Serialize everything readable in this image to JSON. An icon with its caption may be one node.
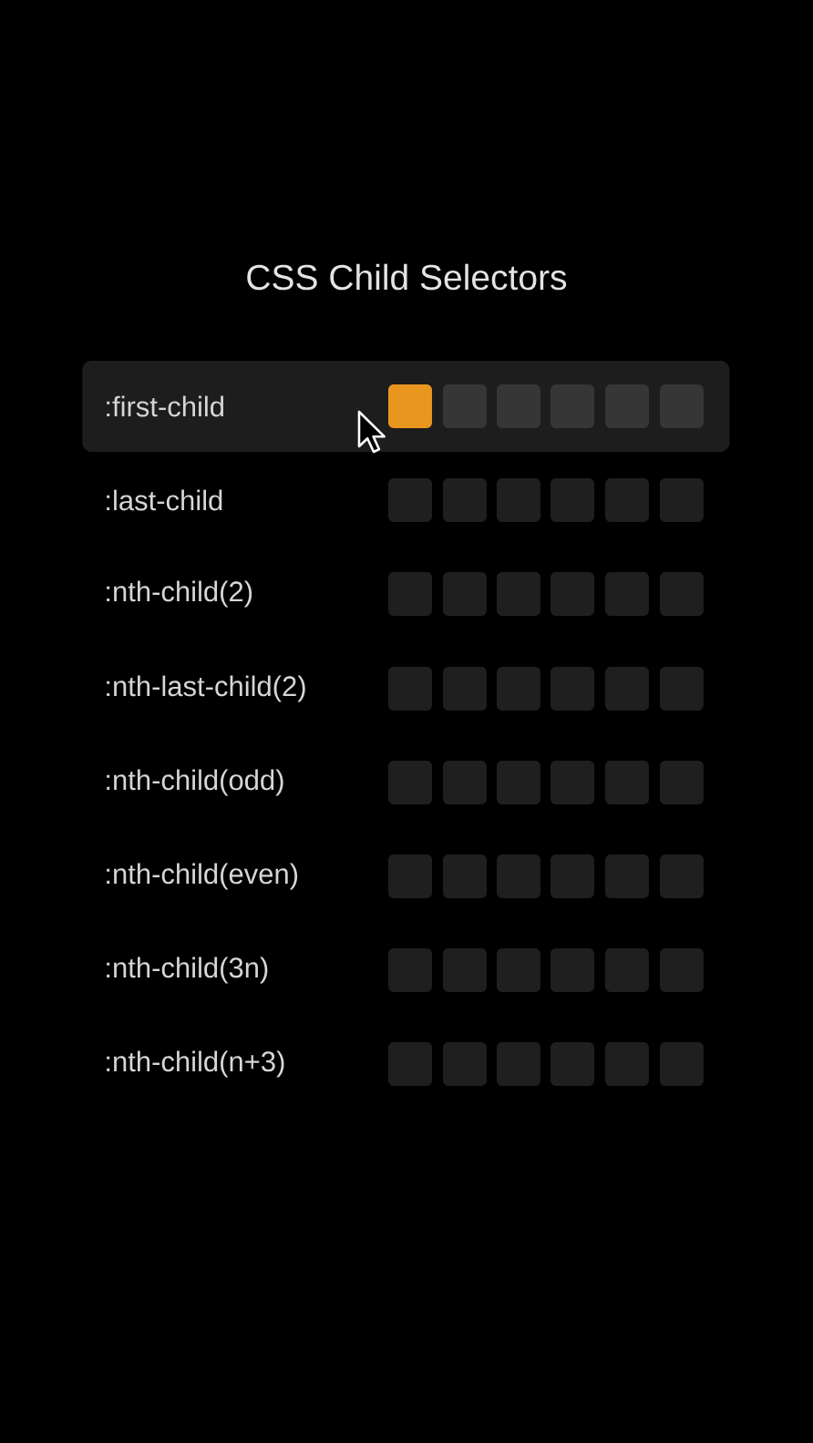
{
  "diagram": {
    "title": "CSS Child Selectors",
    "nodes": [
      {
        "text": [
          ":first-child"
        ]
      }
    ],
    "labels": [
      ":last-child",
      ":nth-child(2)",
      ":nth-last-child(2)",
      ":nth-child(odd)",
      ":nth-child(even)",
      ":nth-child(3n)",
      ":nth-child(n+3)"
    ]
  }
}
